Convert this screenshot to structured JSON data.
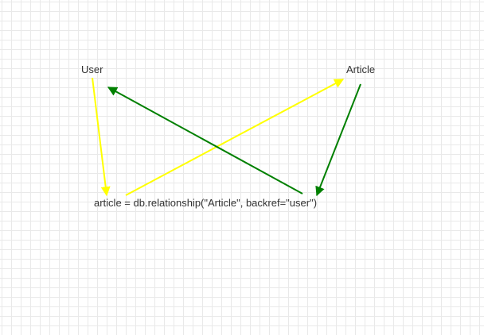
{
  "nodes": {
    "user": "User",
    "article": "Article",
    "code": "article = db.relationship(\"Article\", backref=\"user\")"
  },
  "colors": {
    "yellow_arrow": "#ffff00",
    "green_arrow": "#008000",
    "text": "#333333",
    "grid": "#e9e9e9"
  }
}
